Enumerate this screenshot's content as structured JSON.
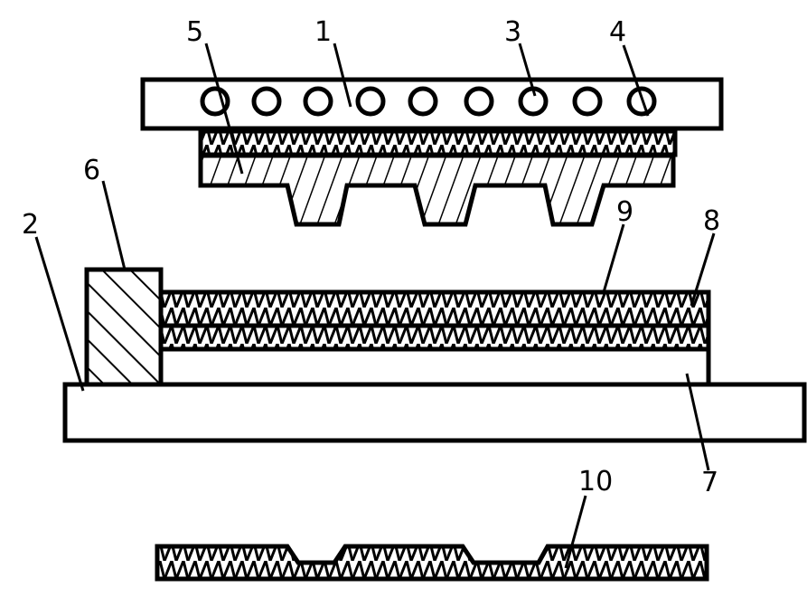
{
  "colors": {
    "ink": "#000000",
    "paper": "#ffffff"
  },
  "labels": {
    "l1": "1",
    "l2": "2",
    "l3": "3",
    "l4": "4",
    "l5": "5",
    "l6": "6",
    "l7": "7",
    "l8": "8",
    "l9": "9",
    "l10": "10"
  }
}
